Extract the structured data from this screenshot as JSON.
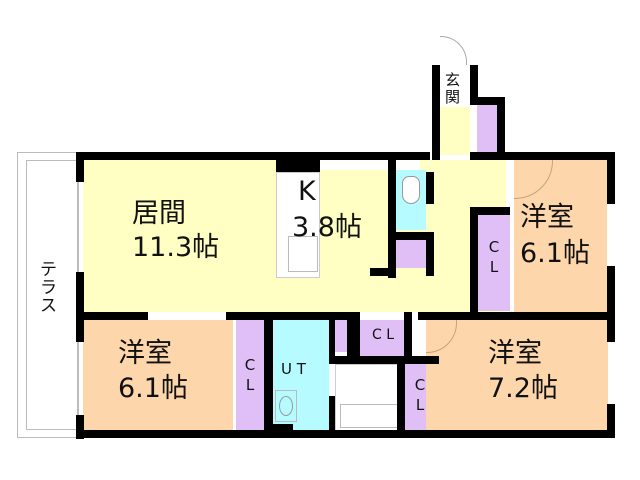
{
  "floor_plan": {
    "terrace": {
      "label": "テラス"
    },
    "entrance": {
      "label": "玄関"
    },
    "living": {
      "name": "居間",
      "size": "11.3帖"
    },
    "kitchen": {
      "name": "K",
      "size": "3.8帖"
    },
    "room_ne": {
      "name": "洋室",
      "size": "6.1帖"
    },
    "room_sw": {
      "name": "洋室",
      "size": "6.1帖"
    },
    "room_se": {
      "name": "洋室",
      "size": "7.2帖"
    },
    "utility": {
      "label": "U T"
    },
    "closets": {
      "ne": {
        "line1": "C",
        "line2": "L"
      },
      "sw": {
        "line1": "C",
        "line2": "L"
      },
      "center": {
        "label": "C L"
      },
      "se": {
        "line1": "C",
        "line2": "L"
      }
    },
    "colors": {
      "living": "#ffffc3",
      "western_room": "#fdd6ac",
      "closet": "#dfbff6",
      "wet_area": "#b6fbff",
      "wall": "#000000"
    }
  }
}
